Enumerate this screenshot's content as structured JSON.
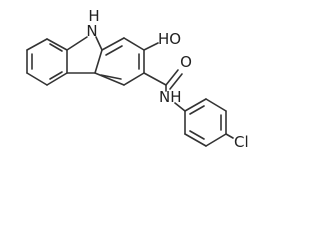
{
  "molecule": {
    "atoms": [
      {
        "id": "NH",
        "label": "H"
      },
      {
        "id": "N_ring",
        "label": "N"
      },
      {
        "id": "O_hydroxyl",
        "label": "HO"
      },
      {
        "id": "O_carbonyl",
        "label": "O"
      },
      {
        "id": "N_amide",
        "label": "NH"
      },
      {
        "id": "Cl",
        "label": "Cl"
      }
    ],
    "colors": {
      "bond": "#333333",
      "label": "#222222",
      "background": "#ffffff"
    }
  }
}
